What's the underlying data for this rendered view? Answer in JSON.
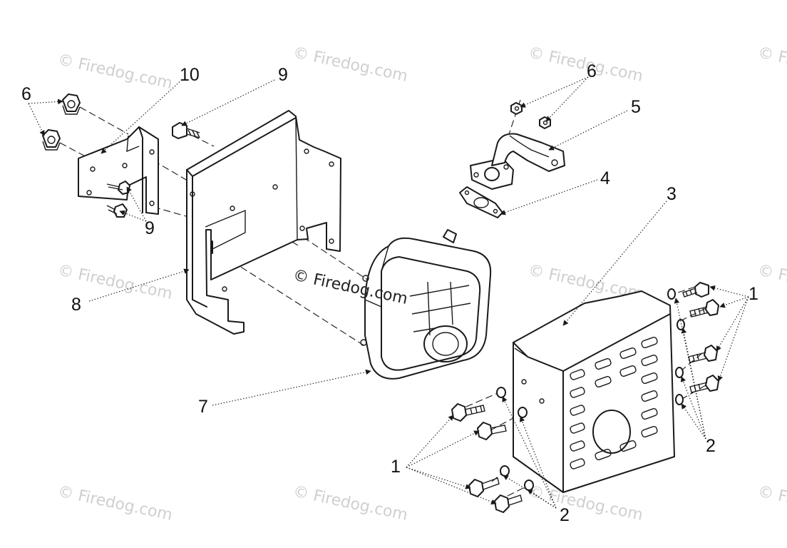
{
  "watermark": {
    "text": "© Firedog.com",
    "center_text": "© Firedog.com"
  },
  "callouts": {
    "c1_right": "1",
    "c1_left": "1",
    "c2_right": "2",
    "c2_bottom": "2",
    "c3": "3",
    "c4": "4",
    "c5": "5",
    "c6_top": "6",
    "c6_left": "6",
    "c7": "7",
    "c8": "8",
    "c9_top": "9",
    "c9_bracket": "9",
    "c10": "10"
  }
}
